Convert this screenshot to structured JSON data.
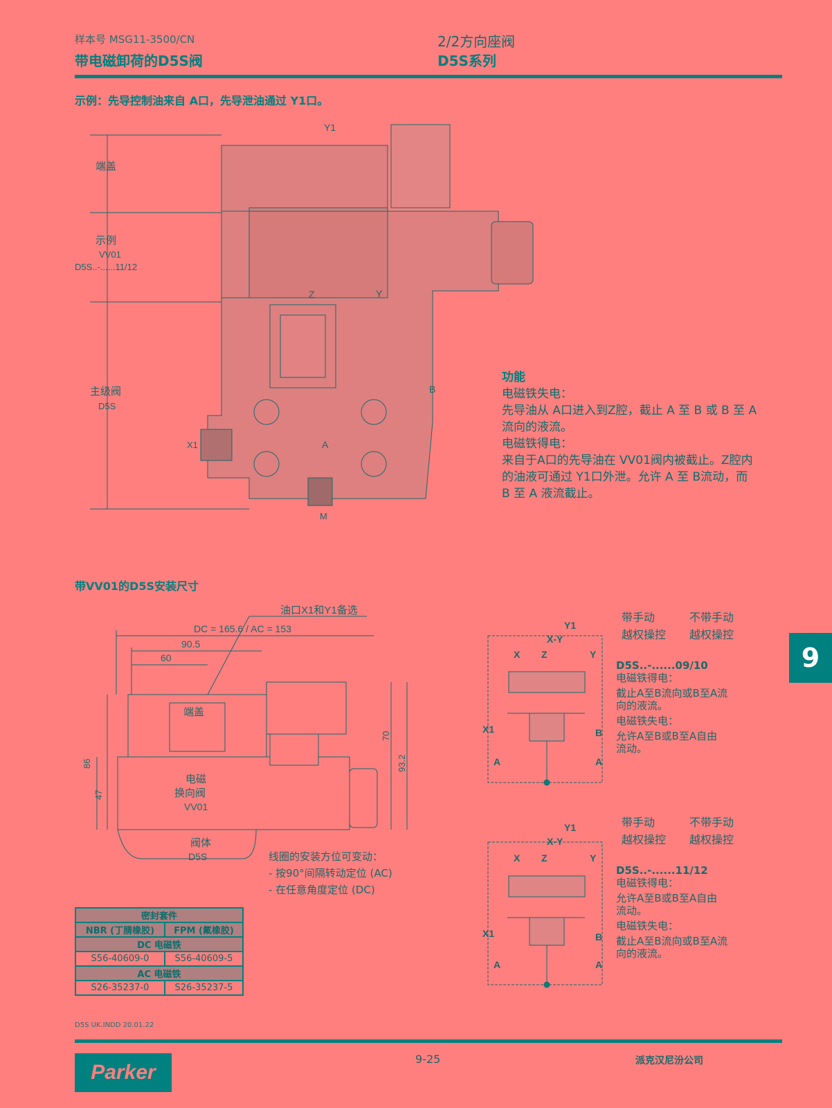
{
  "header": {
    "catalog": "样本号 MSG11-3500/CN",
    "title": "带电磁卸荷的D5S阀",
    "right_sub": "2/2方向座阀",
    "right_title": "D5S系列"
  },
  "section1": {
    "heading": "示例：先导控制油来自 A口，先导泄油通过 Y1口。",
    "labels": {
      "y1": "Y1",
      "cover": "端盖",
      "example": "示例",
      "vv01": "VV01",
      "d5s_code": "D5S..-......11/12",
      "main_valve": "主级阀",
      "d5s": "D5S",
      "x1": "X1",
      "a": "A",
      "b": "B",
      "m": "M",
      "z": "Z",
      "y": "Y"
    },
    "function": {
      "title": "功能",
      "lines": [
        "电磁铁失电：",
        "先导油从 A口进入到Z腔，截止 A 至 B 或 B 至 A",
        "流向的液流。",
        "电磁铁得电：",
        "来自于A口的先导油在 VV01阀内被截止。Z腔内",
        "的油液可通过 Y1口外泄。允许 A 至 B流动，而",
        "B 至 A 液流截止。"
      ]
    }
  },
  "section2": {
    "heading": "带VV01的D5S安装尺寸",
    "labels": {
      "ports_alt": "油口X1和Y1备选",
      "dc_ac": "DC = 165.6 / AC = 153",
      "d90": "90.5",
      "d60": "60",
      "cover": "端盖",
      "solenoid": "电磁",
      "directional": "换向阀",
      "vv01": "VV01",
      "body": "阀体",
      "d5s": "D5S",
      "d86": "86",
      "d47": "47",
      "d70": "70",
      "d93": "93.2"
    },
    "coil_note": [
      "线圈的安装方位可变动：",
      "- 按90°间隔转动定位 (AC)",
      "- 在任意角度定位 (DC)"
    ]
  },
  "schematics": [
    {
      "with_manual": [
        "带手动",
        "越权操控"
      ],
      "without_manual": [
        "不带手动",
        "越权操控"
      ],
      "code": "D5S..-......09/10",
      "lines": [
        "电磁铁得电：",
        "截止A至B流向或B至A流",
        "向的液流。",
        "电磁铁失电：",
        "允许A至B或B至A自由",
        "流动。"
      ],
      "ports": {
        "y1": "Y1",
        "xy": "X-Y",
        "x": "X",
        "z": "Z",
        "y": "Y",
        "x1": "X1",
        "b": "B",
        "a1": "A",
        "a2": "A"
      }
    },
    {
      "with_manual": [
        "带手动",
        "越权操控"
      ],
      "without_manual": [
        "不带手动",
        "越权操控"
      ],
      "code": "D5S..-......11/12",
      "lines": [
        "电磁铁得电：",
        "允许A至B或B至A自由",
        "流动。",
        "电磁铁失电：",
        "截止A至B流向或B至A流",
        "向的液流。"
      ],
      "ports": {
        "y1": "Y1",
        "xy": "X-Y",
        "x": "X",
        "z": "Z",
        "y": "Y",
        "x1": "X1",
        "b": "B",
        "a1": "A",
        "a2": "A"
      }
    }
  ],
  "seal_table": {
    "title": "密封套件",
    "col1": "NBR (丁腈橡胶)",
    "col2": "FPM (氟橡胶)",
    "dc": "DC 电磁铁",
    "dc_nbr": "S56-40609-0",
    "dc_fpm": "S56-40609-5",
    "ac": "AC 电磁铁",
    "ac_nbr": "S26-35237-0",
    "ac_fpm": "S26-35237-5"
  },
  "footer": {
    "file": "D5S UK.INDD 20.01.22",
    "page": "9-25",
    "company": "派克汉尼汾公司",
    "logo": "Parker"
  },
  "tab": "9"
}
